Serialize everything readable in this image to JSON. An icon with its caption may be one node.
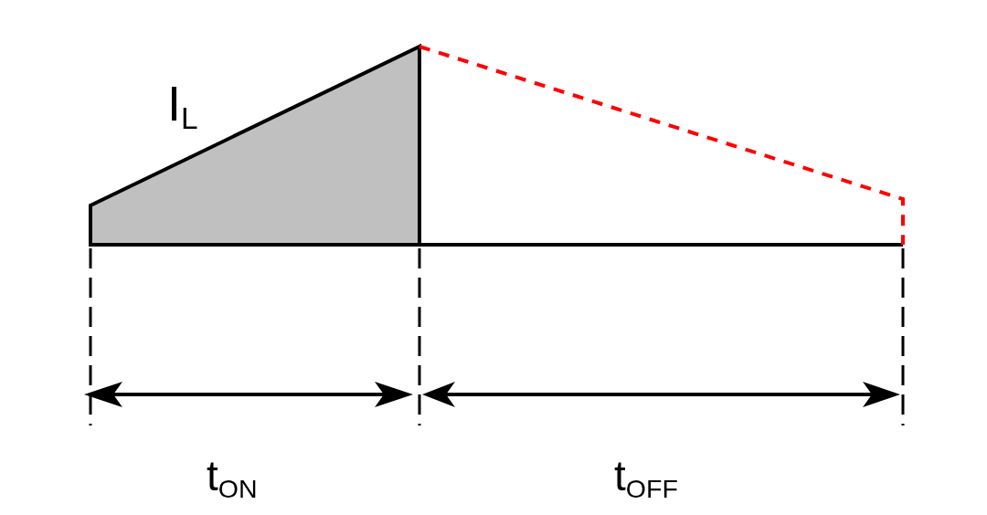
{
  "diagram": {
    "labels": [
      "I$_{L}$",
      "t$_{ON}$",
      "t$_{OFF}$"
    ]
  }
}
